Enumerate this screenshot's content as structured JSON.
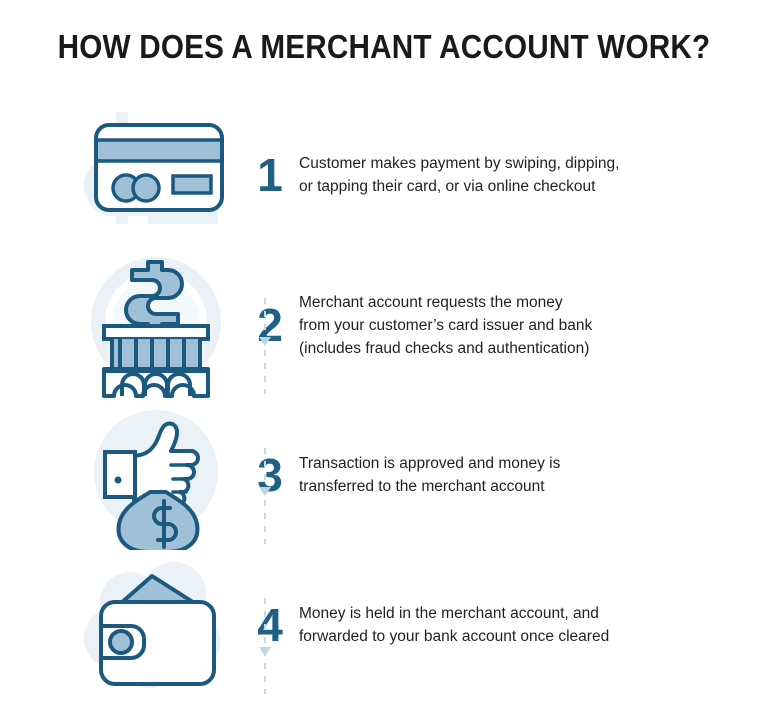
{
  "title": "HOW DOES A MERCHANT ACCOUNT WORK?",
  "colors": {
    "outline": "#1c5980",
    "numeral": "#1f6185",
    "icon_fill": "#9fc0d6",
    "watermark": "#eaf2f8",
    "connector": "#c6dbe8",
    "arrow": "#bcd4e4",
    "text": "#231f20",
    "background": "#ffffff"
  },
  "steps": [
    {
      "number": "1",
      "icon": "credit-card-icon",
      "lines": [
        "Customer makes payment by swiping, dipping,",
        "or tapping their card, or via online checkout"
      ]
    },
    {
      "number": "2",
      "icon": "bank-dollar-icon",
      "lines": [
        "Merchant account requests the money",
        "from your customer’s card issuer and bank",
        "(includes fraud checks and authentication)"
      ]
    },
    {
      "number": "3",
      "icon": "thumbs-up-money-bag-icon",
      "lines": [
        "Transaction is approved and money is",
        "transferred to the merchant account"
      ]
    },
    {
      "number": "4",
      "icon": "wallet-icon",
      "lines": [
        "Money is held in the merchant account, and",
        "forwarded to your bank account once cleared"
      ]
    }
  ]
}
